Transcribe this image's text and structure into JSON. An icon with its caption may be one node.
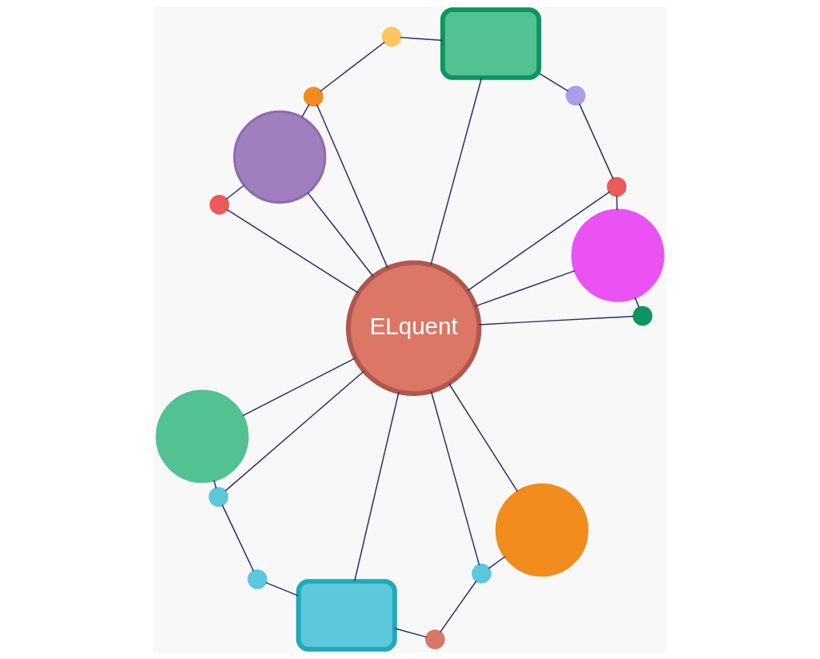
{
  "diagram": {
    "nodes": [
      {
        "text": [],
        "shape": "circle"
      },
      {
        "text": [],
        "shape": "circle"
      },
      {
        "text": [],
        "shape": "circle"
      },
      {
        "text": [],
        "shape": "circle"
      },
      {
        "text": [],
        "shape": "circle"
      },
      {
        "text": [],
        "shape": "circle"
      },
      {
        "text": [],
        "shape": "circle"
      },
      {
        "text": [],
        "shape": "box"
      },
      {
        "text": [
          "ELquent"
        ]
      },
      {
        "text": [],
        "shape": "box"
      },
      {
        "text": [],
        "shape": "circle"
      },
      {
        "text": [],
        "shape": "circle"
      },
      {
        "text": [],
        "shape": "circle"
      },
      {
        "text": [],
        "shape": "circle"
      },
      {
        "text": [],
        "shape": "circle"
      },
      {
        "text": [],
        "shape": "circle"
      },
      {
        "text": [],
        "shape": "circle"
      }
    ],
    "edges": [
      {
        "from": 0,
        "to": 2,
        "arrow": "none"
      },
      {
        "from": 0,
        "to": 8,
        "arrow": "none"
      },
      {
        "from": 0,
        "to": 5,
        "arrow": "none"
      },
      {
        "from": 2,
        "to": 8,
        "arrow": "none"
      },
      {
        "from": 3,
        "to": 5,
        "arrow": "none"
      },
      {
        "from": 3,
        "to": 7,
        "arrow": "none"
      },
      {
        "from": 5,
        "to": 8,
        "arrow": "none"
      },
      {
        "from": 7,
        "to": 8,
        "arrow": "none"
      },
      {
        "from": 1,
        "to": 8,
        "arrow": "none"
      },
      {
        "from": 1,
        "to": 6,
        "arrow": "none"
      },
      {
        "from": 6,
        "to": 4,
        "arrow": "none"
      },
      {
        "from": 6,
        "to": 8,
        "arrow": "none"
      },
      {
        "from": 4,
        "to": 9,
        "arrow": "none"
      },
      {
        "from": 8,
        "to": 9,
        "arrow": "none"
      },
      {
        "from": 7,
        "to": 12,
        "arrow": "none"
      },
      {
        "from": 12,
        "to": 10,
        "arrow": "none"
      },
      {
        "from": 10,
        "to": 8,
        "arrow": "none"
      },
      {
        "from": 10,
        "to": 15,
        "arrow": "none"
      },
      {
        "from": 8,
        "to": 15,
        "arrow": "none"
      },
      {
        "from": 8,
        "to": 14,
        "arrow": "none"
      },
      {
        "from": 14,
        "to": 15,
        "arrow": "none"
      },
      {
        "from": 8,
        "to": 11,
        "arrow": "none"
      },
      {
        "from": 11,
        "to": 13,
        "arrow": "none"
      },
      {
        "from": 13,
        "to": 9,
        "arrow": "none"
      },
      {
        "from": 11,
        "to": 16,
        "arrow": "none"
      },
      {
        "from": 8,
        "to": 16,
        "arrow": "none"
      }
    ]
  }
}
